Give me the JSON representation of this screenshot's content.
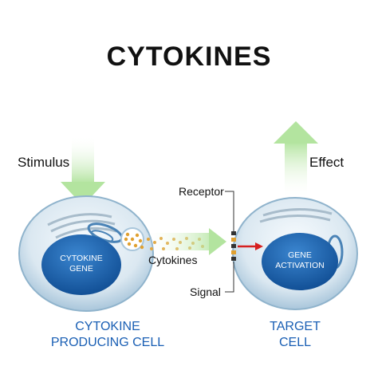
{
  "title": "CYTOKINES",
  "labels": {
    "stimulus": "Stimulus",
    "effect": "Effect",
    "receptor": "Receptor",
    "signal": "Signal",
    "cytokines": "Cytokines"
  },
  "nuclei": {
    "left": [
      "CYTOKINE",
      "GENE"
    ],
    "right": [
      "GENE",
      "ACTIVATION"
    ]
  },
  "captions": {
    "left": [
      "CYTOKINE",
      "PRODUCING CELL"
    ],
    "right": [
      "TARGET",
      "CELL"
    ]
  },
  "colors": {
    "cell_body": "#dfeaf2",
    "cell_outline": "#9fbfd6",
    "nucleus": "#1d5fa8",
    "arrow": "#b9e6a8",
    "caption": "#1a5fb4",
    "particles": "#e0a030",
    "signal_arrow": "#d62020"
  }
}
